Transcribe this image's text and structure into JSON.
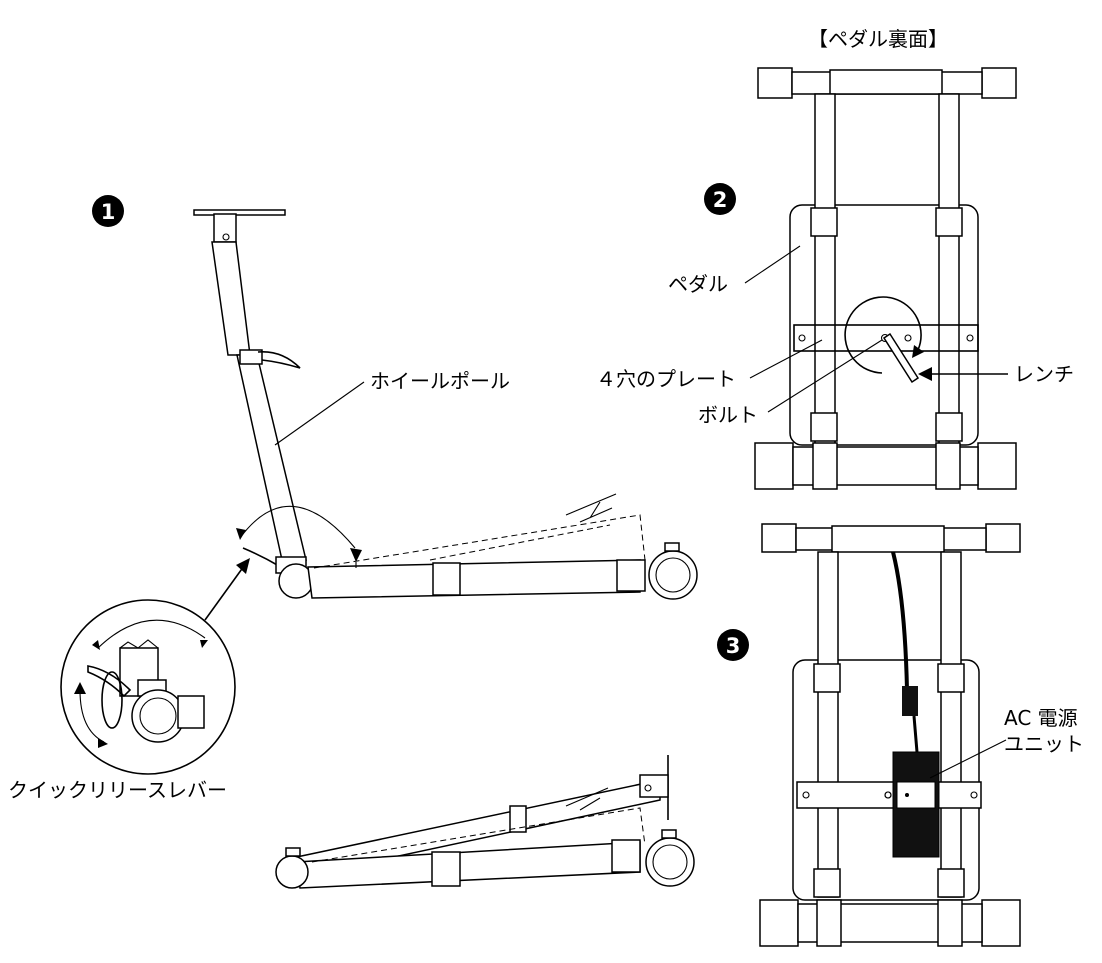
{
  "steps": {
    "step1_number": "1",
    "step2_number": "2",
    "step3_number": "3"
  },
  "labels": {
    "pedal_back_title": "【ペダル裏面】",
    "wheel_pole": "ホイールポール",
    "quick_release_lever": "クイックリリースレバー",
    "pedal": "ペダル",
    "four_hole_plate": "４穴のプレート",
    "bolt": "ボルト",
    "wrench": "レンチ",
    "ac_power_unit_line1": "AC 電源",
    "ac_power_unit_line2": "ユニット"
  },
  "colors": {
    "line": "#000000",
    "background": "#ffffff",
    "power_unit": "#111111"
  }
}
